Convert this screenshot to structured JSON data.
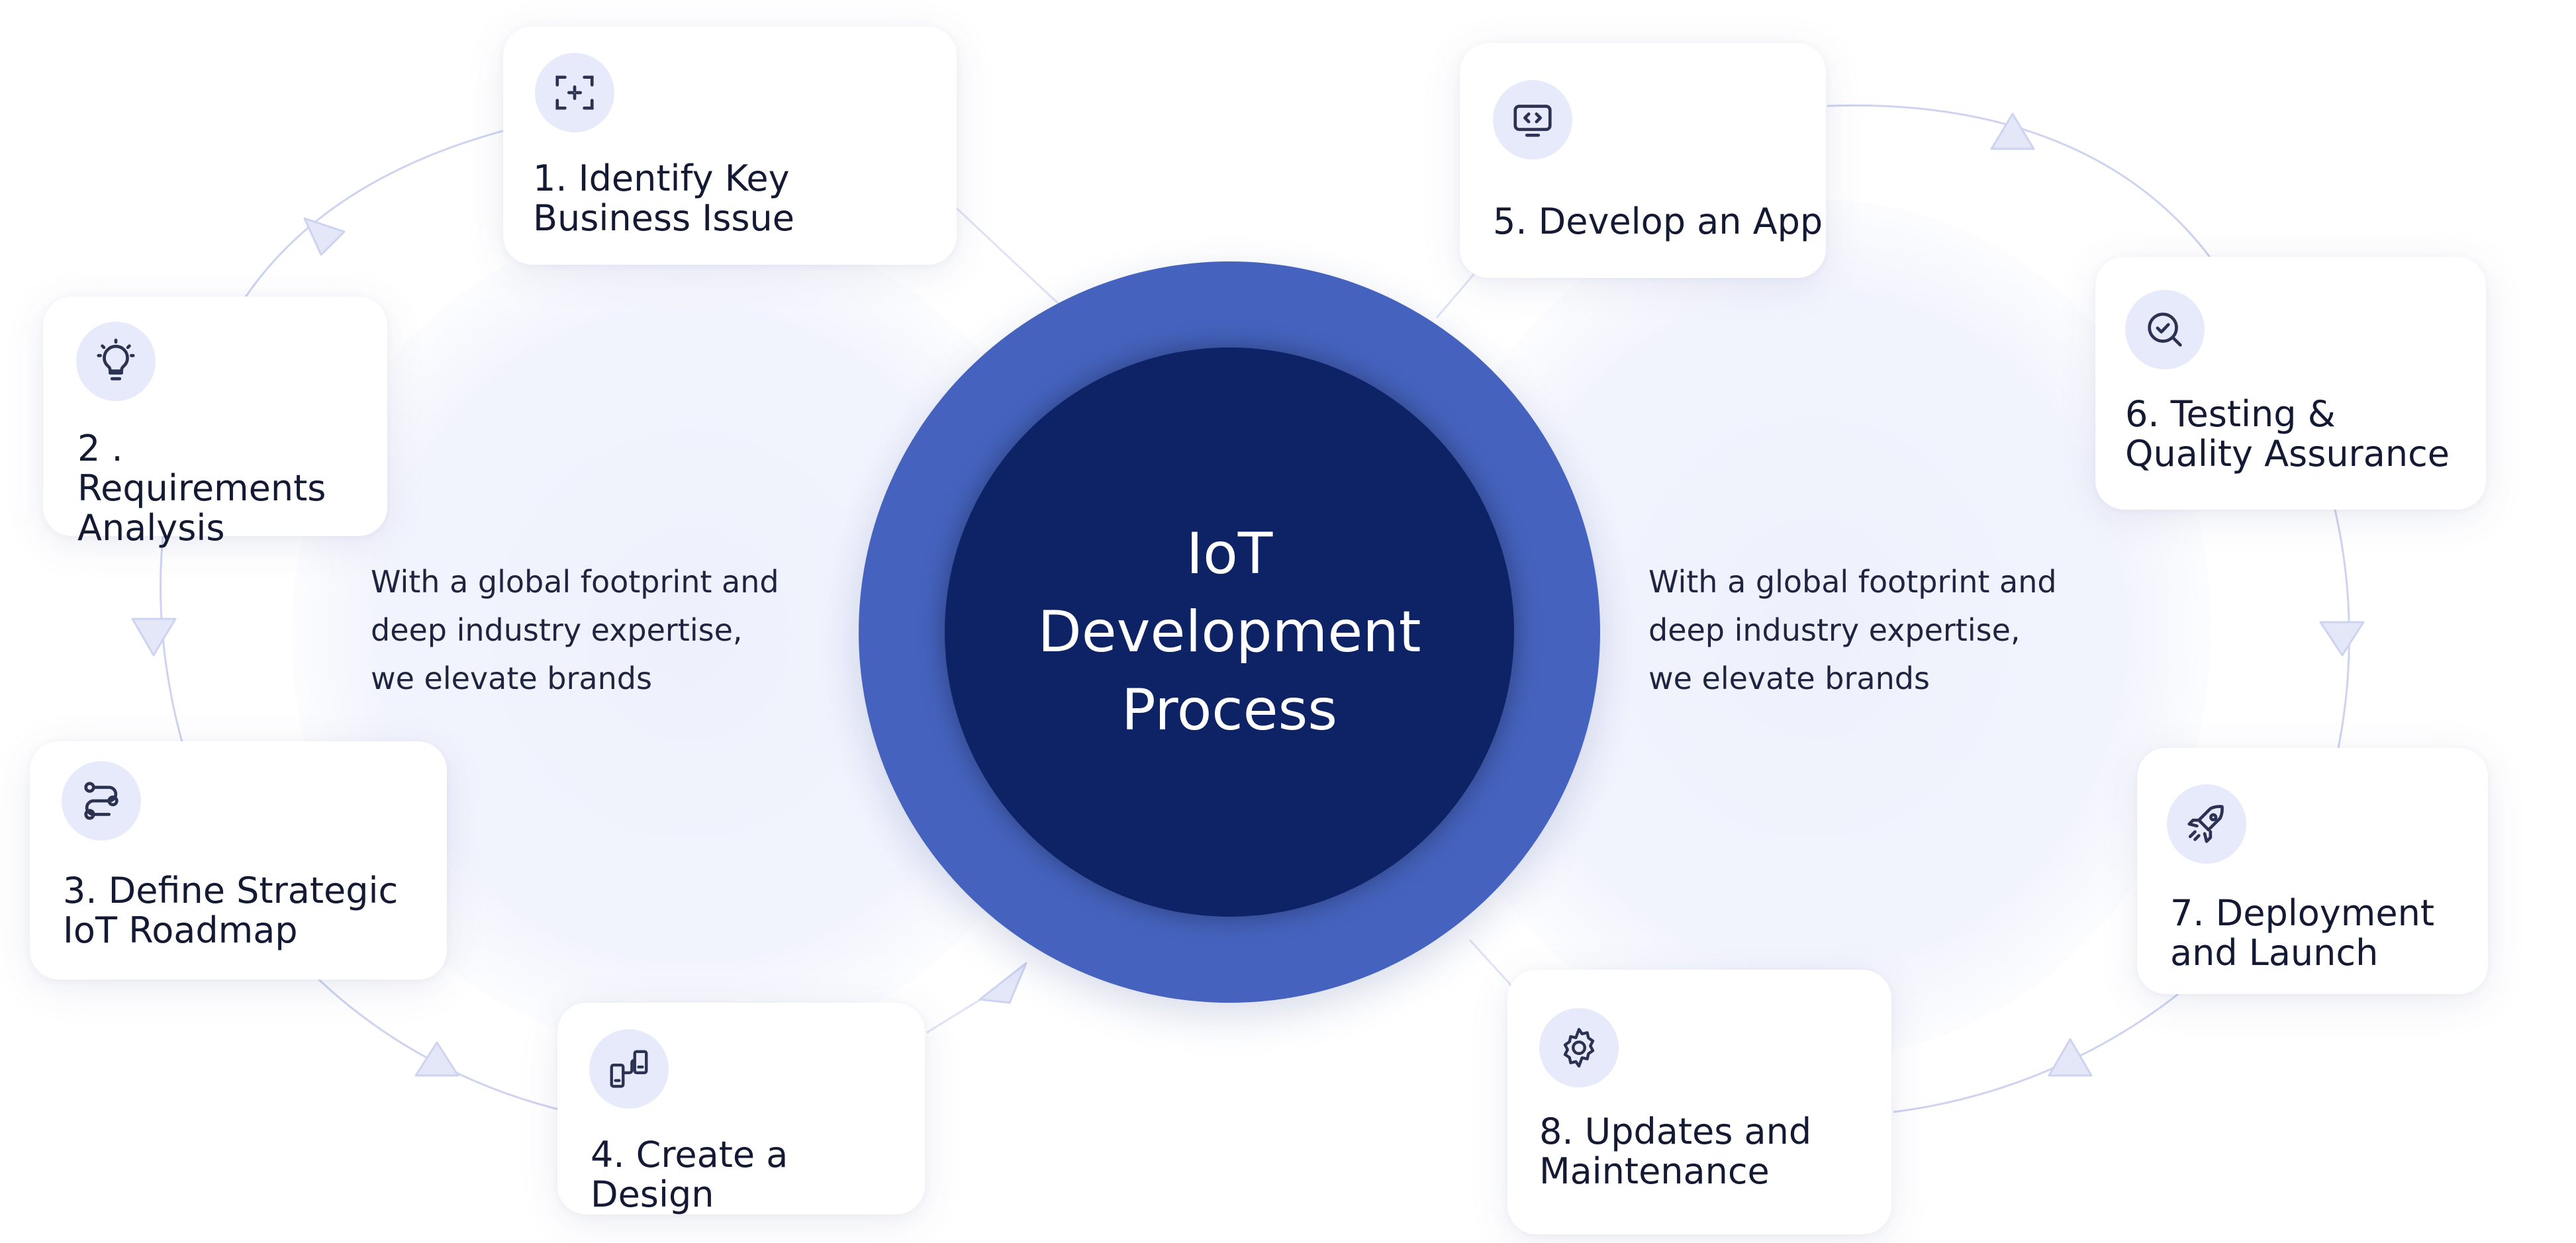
{
  "center": {
    "title": "IoT Development Process"
  },
  "descriptions": {
    "left": "With a global footprint and deep industry expertise, we elevate brands",
    "right": "With a global footprint and deep industry expertise, we elevate brands"
  },
  "steps": [
    {
      "label": "1. Identify Key Business Issue",
      "icon": "focus-scan-icon"
    },
    {
      "label": "2 . Requirements Analysis",
      "icon": "lightbulb-icon"
    },
    {
      "label": "3. Define Strategic IoT Roadmap",
      "icon": "route-icon"
    },
    {
      "label": "4. Create a Design",
      "icon": "devices-icon"
    },
    {
      "label": "5. Develop an App",
      "icon": "code-monitor-icon"
    },
    {
      "label": "6. Testing & Quality Assurance",
      "icon": "search-check-icon"
    },
    {
      "label": "7. Deployment and Launch",
      "icon": "rocket-icon"
    },
    {
      "label": "8. Updates and Maintenance",
      "icon": "gear-check-icon"
    }
  ],
  "colors": {
    "center_outer": "#4563be",
    "center_inner": "#0e2366",
    "icon_bg": "#e7eafb",
    "icon_stroke": "#2b3252",
    "connector": "#cdd3f0"
  }
}
